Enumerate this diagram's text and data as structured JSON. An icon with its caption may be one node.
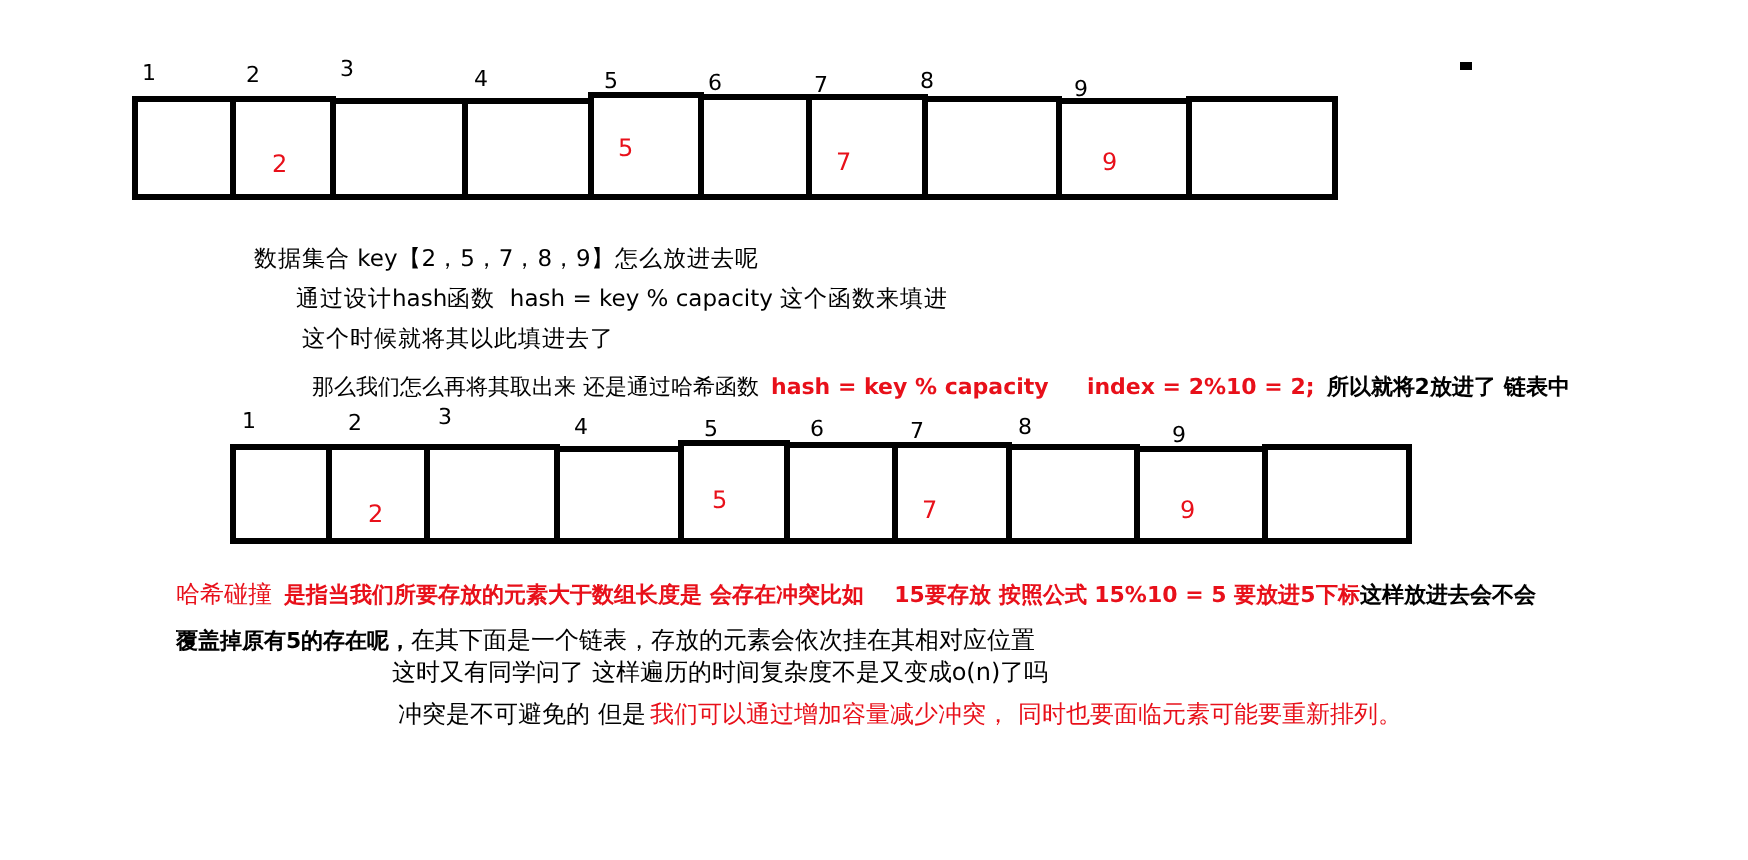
{
  "diagram": {
    "nodes": [
      {
        "text": [],
        "shape": "box"
      },
      {
        "text": [
          "2"
        ]
      },
      {
        "text": [],
        "shape": "box"
      },
      {
        "text": [],
        "shape": "box"
      },
      {
        "text": [
          "5"
        ]
      },
      {
        "text": [],
        "shape": "box"
      },
      {
        "text": [
          "7"
        ]
      },
      {
        "text": [],
        "shape": "box"
      },
      {
        "text": [
          "9"
        ]
      },
      {
        "text": [],
        "shape": "box"
      },
      {
        "text": [],
        "shape": "box"
      },
      {
        "text": [
          "2"
        ]
      },
      {
        "text": [],
        "shape": "box"
      },
      {
        "text": [],
        "shape": "box"
      },
      {
        "text": [
          "5"
        ]
      },
      {
        "text": [],
        "shape": "box"
      },
      {
        "text": [
          "7"
        ]
      },
      {
        "text": [],
        "shape": "box"
      },
      {
        "text": [
          "9"
        ]
      },
      {
        "text": [],
        "shape": "box"
      }
    ],
    "edges": [],
    "labels": [
      "1",
      "2",
      "3",
      "4",
      "5",
      "6",
      "7",
      "8",
      "9",
      "数据集合 key【2，5，7，8，9】怎么放进去呢",
      "通过设计hash函数  hash = key % capacity 这个函数来填进",
      "这个时候就将其以此填进去了",
      "那么我们怎么再将其取出来 还是通过哈希函数",
      "hash = key % capacity     index = 2%10 = 2;",
      "所以就将2放进了 链表中",
      "1",
      "2",
      "3",
      "4",
      "5",
      "6",
      "7",
      "8",
      "9",
      "哈希碰撞",
      "是指当我们所要存放的元素大于数组长度是 会存在冲突比如    15要存放 按照公式 15%10 = 5 要放进5下标",
      "这样放进去会不会覆盖掉原有5的存在呢，",
      "在其下面是一个链表，存放的元素会依次挂在其相对应位置",
      "这时又有同学问了 这样遍历的时间复杂度不是又变成o(n)了吗",
      "冲突是不可避免的 但是",
      "我们可以通过增加容量减少冲突， 同时也要面临元素可能要重新排列。"
    ]
  }
}
